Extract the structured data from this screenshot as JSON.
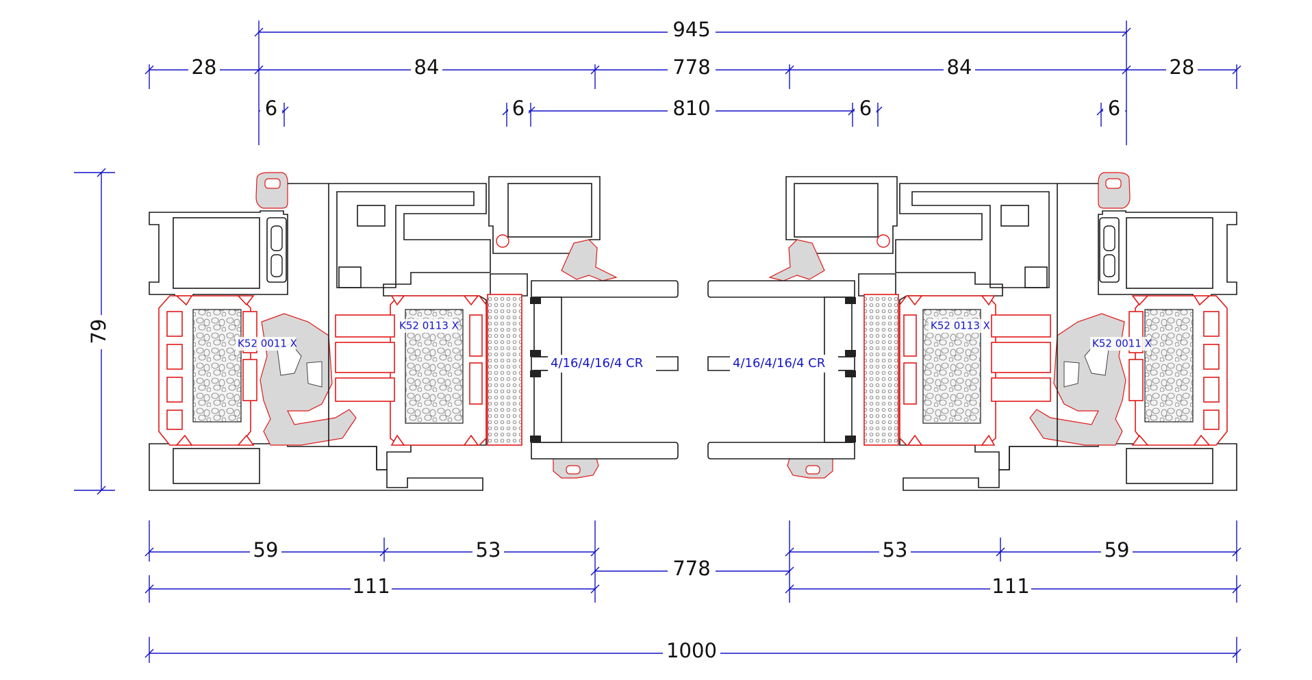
{
  "dimensions": {
    "top_overall": "945",
    "top_row": [
      "28",
      "84",
      "778",
      "84",
      "28"
    ],
    "top_small": [
      "6",
      "6",
      "810",
      "6",
      "6"
    ],
    "height": "79",
    "bottom_row1": [
      "59",
      "53",
      "53",
      "59"
    ],
    "bottom_center": "778",
    "bottom_row2": [
      "111",
      "111"
    ],
    "bottom_total": "1000"
  },
  "labels": {
    "frame_left": "K52 0011 X",
    "sash_left": "K52 0113 X",
    "sash_right": "K52 0113 X",
    "frame_right": "K52 0011 X",
    "glass_left": "4/16/4/16/4 CR",
    "glass_right": "4/16/4/16/4 CR"
  },
  "colors": {
    "dimension": "#1010c8",
    "insulation": "#e01818",
    "profile": "#1a1a1a"
  }
}
